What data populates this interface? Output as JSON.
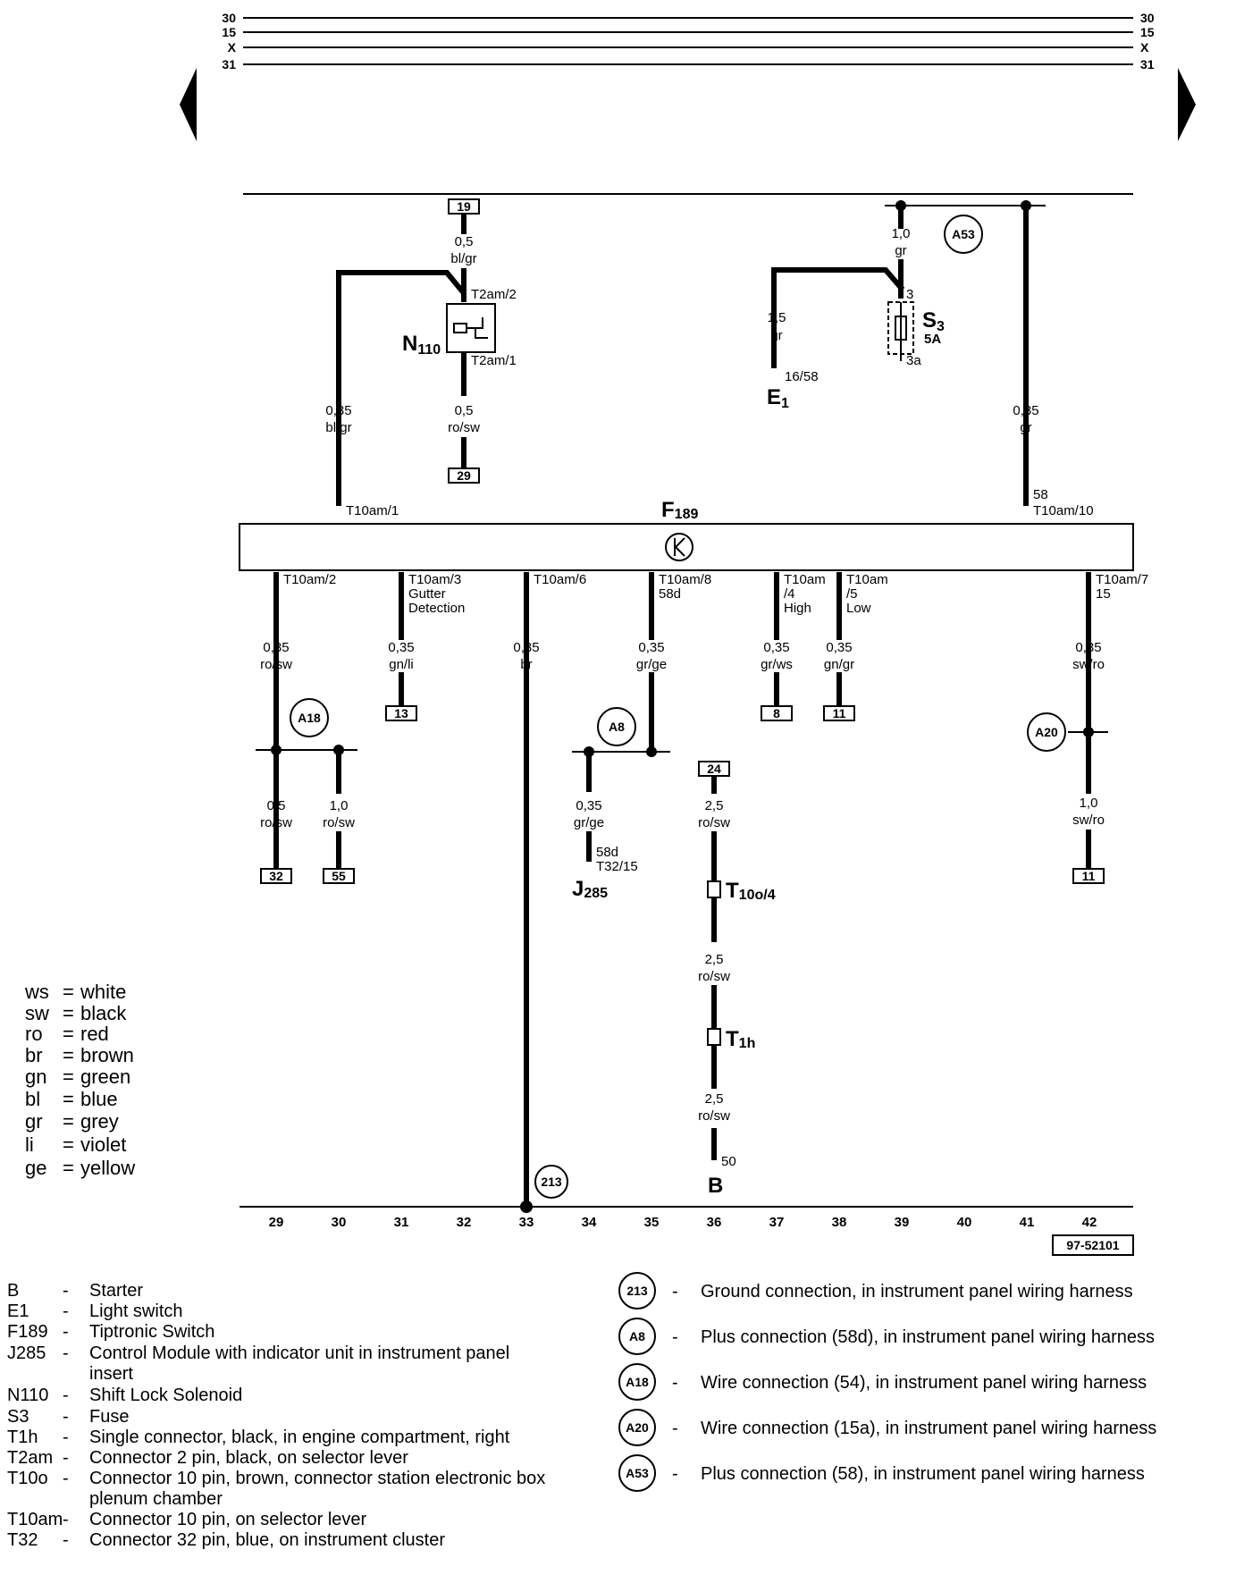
{
  "rails": [
    "30",
    "15",
    "X",
    "31"
  ],
  "fuse_box": {
    "number": "19",
    "gauge": "0,5",
    "color": "bl/gr"
  },
  "n110": {
    "label": "N",
    "sub": "110",
    "pin_top": "T2am/2",
    "pin_bottom": "T2am/1",
    "out_gauge": "0,5",
    "out_color": "ro/sw",
    "out_box": "29"
  },
  "left_feed": {
    "gauge": "0,35",
    "color": "bl/gr",
    "pin": "T10am/1"
  },
  "e1": {
    "gauge": "1,5",
    "color": "gr",
    "pin": "16/58",
    "label": "E",
    "sub": "1"
  },
  "s3": {
    "gauge": "1,0",
    "color": "gr",
    "pin_top": "3",
    "pin_bottom": "3a",
    "label": "S",
    "sub": "3",
    "rating": "5A"
  },
  "a53": {
    "label": "A53"
  },
  "right_feed": {
    "gauge": "0,35",
    "color": "gr",
    "terminal": "58",
    "pin": "T10am/10"
  },
  "f189": {
    "label": "F",
    "sub": "189"
  },
  "outputs": [
    {
      "pin": "T10am/2",
      "gauge": "0,35",
      "color": "ro/sw"
    },
    {
      "pin": "T10am/3",
      "note1": "Gutter",
      "note2": "Detection",
      "gauge": "0,35",
      "color": "gn/li",
      "box": "13"
    },
    {
      "pin": "T10am/6",
      "gauge": "0,35",
      "color": "br"
    },
    {
      "pin": "T10am/8",
      "note1": "58d",
      "gauge": "0,35",
      "color": "gr/ge"
    },
    {
      "pin": "T10am",
      "note1": "/4",
      "note2": "High",
      "gauge": "0,35",
      "color": "gr/ws",
      "box": "8"
    },
    {
      "pin": "T10am",
      "note1": "/5",
      "note2": "Low",
      "gauge": "0,35",
      "color": "gn/gr",
      "box": "11"
    },
    {
      "pin": "T10am/7",
      "note1": "15",
      "gauge": "0,35",
      "color": "sw/ro"
    }
  ],
  "a18": {
    "label": "A18",
    "branch1": {
      "gauge": "0,5",
      "color": "ro/sw",
      "box": "32"
    },
    "branch2": {
      "gauge": "1,0",
      "color": "ro/sw",
      "box": "55"
    }
  },
  "a8": {
    "label": "A8",
    "gauge": "0,35",
    "color": "gr/ge",
    "pin1": "58d",
    "pin2": "T32/15",
    "j_label": "J",
    "j_sub": "285"
  },
  "a20": {
    "label": "A20",
    "gauge": "1,0",
    "color": "sw/ro",
    "box": "11"
  },
  "starter_path": {
    "box": "24",
    "gauge1": "2,5",
    "color1": "ro/sw",
    "conn1": "T",
    "conn1_sub": "10o/4",
    "gauge2": "2,5",
    "color2": "ro/sw",
    "conn2": "T",
    "conn2_sub": "1h",
    "gauge3": "2,5",
    "color3": "ro/sw",
    "pin": "50",
    "label": "B"
  },
  "ground": {
    "label": "213"
  },
  "columns": [
    "29",
    "30",
    "31",
    "32",
    "33",
    "34",
    "35",
    "36",
    "37",
    "38",
    "39",
    "40",
    "41",
    "42"
  ],
  "ref_code": "97-52101",
  "color_legend": [
    {
      "code": "ws",
      "name": "white"
    },
    {
      "code": "sw",
      "name": "black"
    },
    {
      "code": "ro",
      "name": "red"
    },
    {
      "code": "br",
      "name": "brown"
    },
    {
      "code": "gn",
      "name": "green"
    },
    {
      "code": "bl",
      "name": "blue"
    },
    {
      "code": "gr",
      "name": "grey"
    },
    {
      "code": "li",
      "name": "violet"
    },
    {
      "code": "ge",
      "name": "yellow"
    }
  ],
  "components": [
    {
      "code": "B",
      "lines": [
        "Starter"
      ]
    },
    {
      "code": "E1",
      "lines": [
        "Light switch"
      ]
    },
    {
      "code": "F189",
      "lines": [
        "Tiptronic Switch"
      ]
    },
    {
      "code": "J285",
      "lines": [
        "Control Module with indicator unit in instrument panel",
        "insert"
      ]
    },
    {
      "code": "N110",
      "lines": [
        "Shift Lock Solenoid"
      ]
    },
    {
      "code": "S3",
      "lines": [
        "Fuse"
      ]
    },
    {
      "code": "T1h",
      "lines": [
        "Single connector, black, in engine compartment, right"
      ]
    },
    {
      "code": "T2am",
      "lines": [
        "Connector 2 pin, black, on selector lever"
      ]
    },
    {
      "code": "T10o",
      "lines": [
        "Connector 10 pin, brown, connector station electronic box",
        "plenum chamber"
      ]
    },
    {
      "code": "T10am",
      "lines": [
        "Connector 10 pin, on selector lever"
      ]
    },
    {
      "code": "T32",
      "lines": [
        "Connector 32 pin, blue, on  instrument cluster"
      ]
    }
  ],
  "connections": [
    {
      "id": "213",
      "text": "Ground connection, in instrument panel wiring harness"
    },
    {
      "id": "A8",
      "text": "Plus connection (58d), in instrument panel wiring harness"
    },
    {
      "id": "A18",
      "text": "Wire connection (54), in instrument panel wiring harness"
    },
    {
      "id": "A20",
      "text": "Wire connection (15a), in instrument panel wiring harness"
    },
    {
      "id": "A53",
      "text": "Plus connection (58), in instrument panel wiring harness"
    }
  ]
}
